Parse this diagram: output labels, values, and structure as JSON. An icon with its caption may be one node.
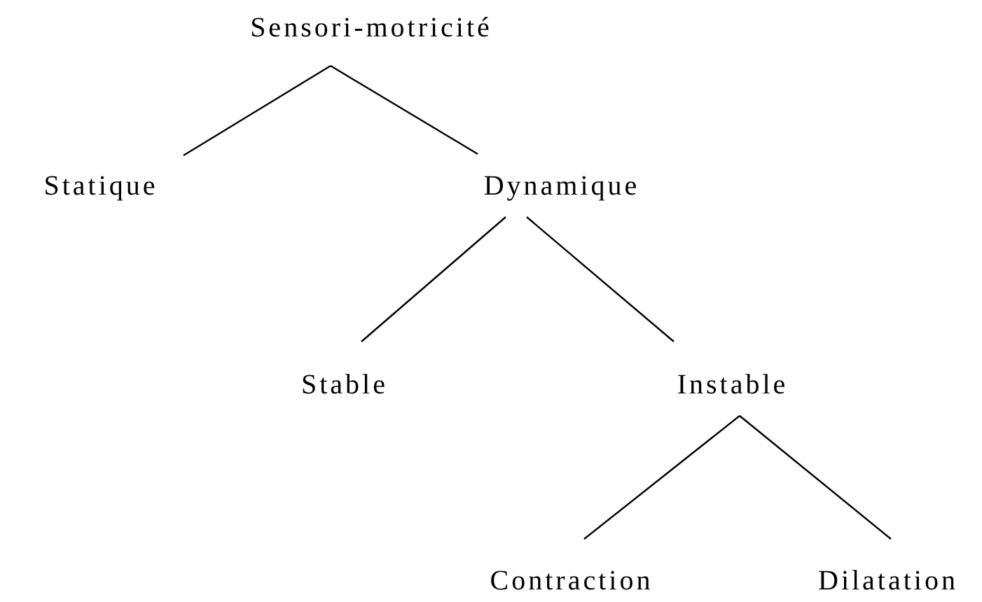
{
  "diagram": {
    "nodes": [
      {
        "text": [
          "Sensori-motricité"
        ]
      },
      {
        "text": [
          "Statique"
        ]
      },
      {
        "text": [
          "Dynamique"
        ]
      },
      {
        "text": [
          "Stable"
        ]
      },
      {
        "text": [
          "Instable"
        ]
      },
      {
        "text": [
          "Contraction"
        ]
      },
      {
        "text": [
          "Dilatation"
        ]
      }
    ],
    "edges": [
      {
        "from": 0,
        "to": 1,
        "arrow": "none"
      },
      {
        "from": 0,
        "to": 2,
        "arrow": "none"
      },
      {
        "from": 2,
        "to": 3,
        "arrow": "none"
      },
      {
        "from": 2,
        "to": 4,
        "arrow": "none"
      },
      {
        "from": 4,
        "to": 5,
        "arrow": "none"
      },
      {
        "from": 4,
        "to": 6,
        "arrow": "none"
      }
    ]
  }
}
